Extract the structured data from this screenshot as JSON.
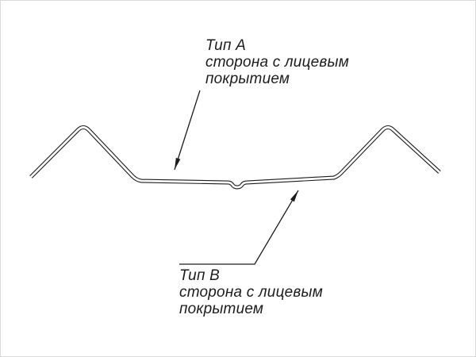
{
  "diagram": {
    "background_color": "#ffffff",
    "line_color": "#1c1c1c",
    "labels": {
      "type_a": {
        "title": "Тип А",
        "line2": "сторона с лицевым",
        "line3": "покрытием"
      },
      "type_b": {
        "title": "Тип В",
        "line2": "сторона с лицевым",
        "line3": "покрытием"
      }
    }
  }
}
